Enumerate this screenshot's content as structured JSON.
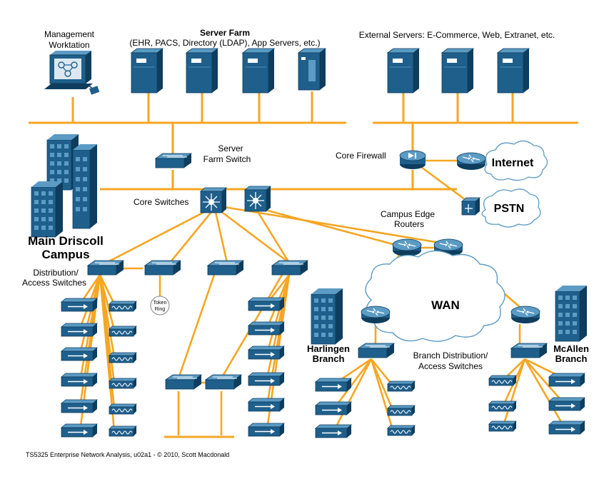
{
  "labels": {
    "management_workstation": [
      "Management",
      "Worktation"
    ],
    "server_farm_title": "Server Farm",
    "server_farm_sub": "(EHR, PACS, Directory (LDAP), App Servers, etc.)",
    "external_servers": "External Servers: E-Commerce, Web, Extranet, etc.",
    "server_farm_switch": [
      "Server",
      "Farm Switch"
    ],
    "core_firewall": "Core Firewall",
    "internet": "Internet",
    "pstn": "PSTN",
    "core_switches": "Core Switches",
    "main_campus": [
      "Main Driscoll",
      "Campus"
    ],
    "campus_edge_routers": [
      "Campus Edge",
      "Routers"
    ],
    "distribution_access": [
      "Distribution/",
      "Access Switches"
    ],
    "token_ring": [
      "Token",
      "Ring"
    ],
    "wan": "WAN",
    "harlingen": [
      "Harlingen",
      "Branch"
    ],
    "branch_distribution": [
      "Branch Distribution/",
      "Access Switches"
    ],
    "mcallen": [
      "McAllen",
      "Branch"
    ],
    "footer": "TS5325 Enterprise Network Analysis, u02a1 - © 2010, Scott Macdonald"
  },
  "colors": {
    "link": "#f5a623",
    "device": "#1f5f8b",
    "device_light": "#5b9bc4",
    "device_dark": "#0e3d5e"
  }
}
